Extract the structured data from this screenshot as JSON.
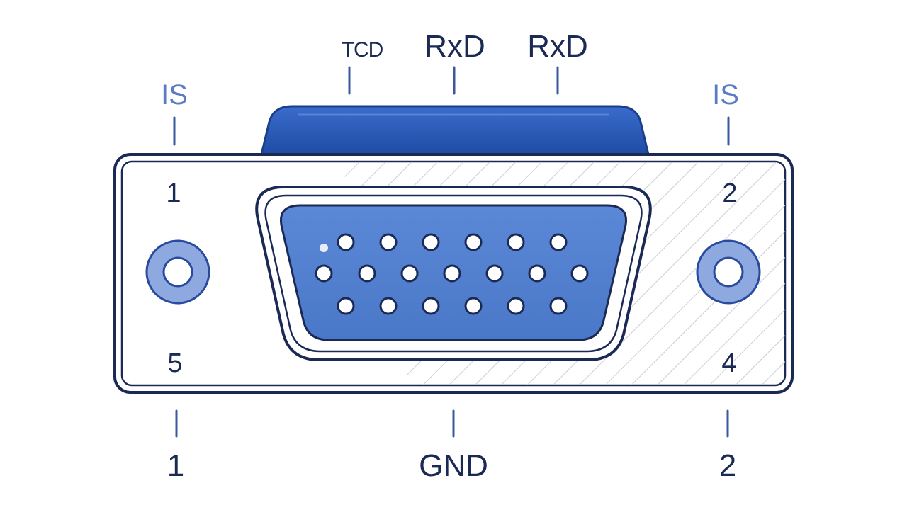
{
  "diagram": {
    "top_labels": [
      "TCD",
      "RxD",
      "RxD"
    ],
    "side_labels": [
      "IS",
      "IS"
    ],
    "corner_numbers": {
      "top_left": "1",
      "top_right": "2",
      "bottom_left": "5",
      "bottom_right": "4"
    },
    "bottom_labels": [
      "1",
      "GND",
      "2"
    ],
    "pin_rows": [
      6,
      7,
      6
    ],
    "colors": {
      "connector_blue": "#3e6ec2",
      "shell_dark": "#1e4ea8",
      "outline": "#1b2a55",
      "pin_fill": "#ffffff",
      "hatch": "#c9cdd6",
      "leader_line": "#3a5a9c"
    }
  }
}
